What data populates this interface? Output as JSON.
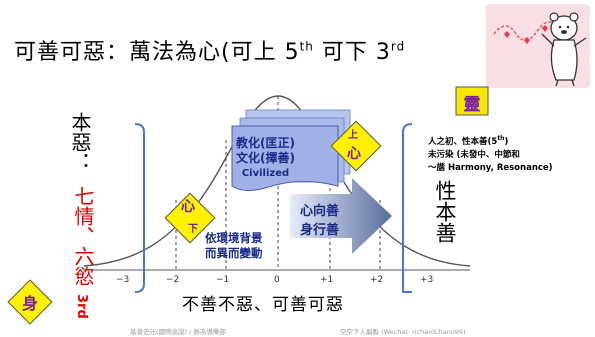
{
  "title": {
    "main": "可善可惡：萬法為心(可上 5",
    "sup1": "th",
    "mid": " 可下 3",
    "sup2": "rd"
  },
  "left_vertical": {
    "line1": "本惡：",
    "line2": "七情、六慾",
    "line3": "3rd"
  },
  "right_vertical": "性本善",
  "diamonds": {
    "shen": "身",
    "xin_xia": [
      "心",
      "下"
    ],
    "shang_xin": [
      "上",
      "心"
    ]
  },
  "ling_box": "靈",
  "note_topright": {
    "line1a": "人之初、性本善(5",
    "line1sup": "th",
    "line1b": ")",
    "line2": "未污染 (未發中、中節和",
    "line3": "～諧 Harmony, Resonance)"
  },
  "card": {
    "line1": "教化(匡正)",
    "line2": "文化(擇善)",
    "line3": "Civilized"
  },
  "arrow": {
    "line1": "心向善",
    "line2": "身行善"
  },
  "env_note": {
    "line1": "依環境背景",
    "line2": "而異而變動"
  },
  "bottom_center": "不善不惡、可善可惡",
  "axis_ticks": [
    "−3",
    "−2",
    "−1",
    "0",
    "+1",
    "+2",
    "+3"
  ],
  "footers": {
    "left": "基普史元(國際巡說) / 熱為導樂部",
    "right": "空空下人編製 (Wechat: richardchano99)"
  },
  "colors": {
    "red_text": "#e00000",
    "blue_text": "#1a2a8a",
    "diamond_fill": "#fff200",
    "ling_fill": "#f5e800",
    "ling_text": "#7a1fa2",
    "card_fill": "#9fb1e6",
    "bracket": "#4a79c4"
  }
}
